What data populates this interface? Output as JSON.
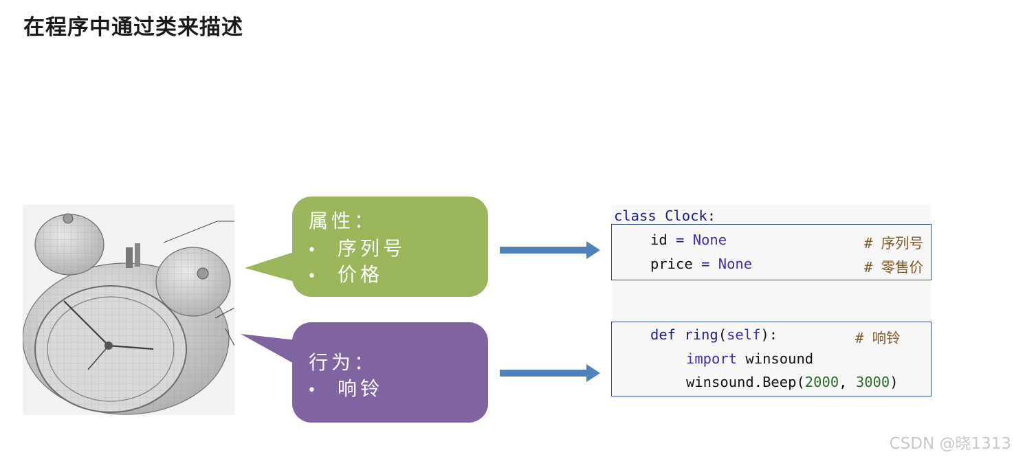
{
  "title": "在程序中通过类来描述",
  "attributes_callout": {
    "heading": "属性：",
    "items": [
      "序列号",
      "价格"
    ],
    "color": "#9bb55a"
  },
  "behavior_callout": {
    "heading": "行为：",
    "items": [
      "响铃"
    ],
    "color": "#8064a2"
  },
  "arrow_color": "#4f81bd",
  "code": {
    "class_kw": "class",
    "class_name": "Clock",
    "colon": ":",
    "attr_lines": [
      {
        "name": "id",
        "eq": "=",
        "value": "None",
        "comment": "# 序列号"
      },
      {
        "name": "price",
        "eq": "=",
        "value": "None",
        "comment": "# 零售价"
      }
    ],
    "method": {
      "def_kw": "def",
      "name": "ring",
      "open": "(",
      "param": "self",
      "close": "):",
      "comment": "# 响铃"
    },
    "import_kw": "import",
    "import_mod": "winsound",
    "call_prefix": "winsound.Beep(",
    "arg1": "2000",
    "sep": ", ",
    "arg2": "3000",
    "call_suffix": ")"
  },
  "watermark": "CSDN @晓1313"
}
